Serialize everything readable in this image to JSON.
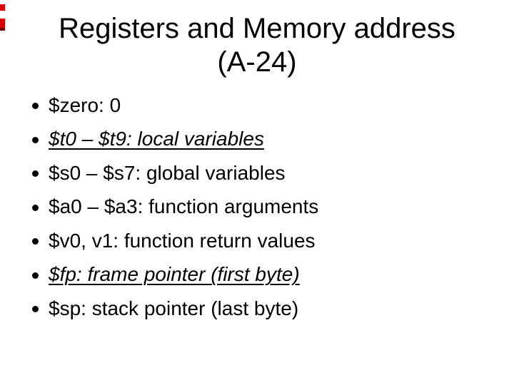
{
  "slide": {
    "title": {
      "line1": "Registers and Memory address",
      "line2": "(A-24)"
    },
    "bullets": [
      {
        "text": "$zero: 0",
        "emphasis": false
      },
      {
        "text": "$t0 – $t9: local variables",
        "emphasis": true
      },
      {
        "text": "$s0 – $s7: global variables",
        "emphasis": false
      },
      {
        "text": "$a0 – $a3: function arguments",
        "emphasis": false
      },
      {
        "text": "$v0, v1: function return values",
        "emphasis": false
      },
      {
        "text": "$fp: frame pointer (first byte)",
        "emphasis": true
      },
      {
        "text": "$sp: stack pointer (last byte)",
        "emphasis": false
      }
    ]
  },
  "colors": {
    "background": "#ffffff",
    "text": "#000000",
    "accent_red": "#d60000",
    "accent_red_dark": "#7a0000"
  }
}
